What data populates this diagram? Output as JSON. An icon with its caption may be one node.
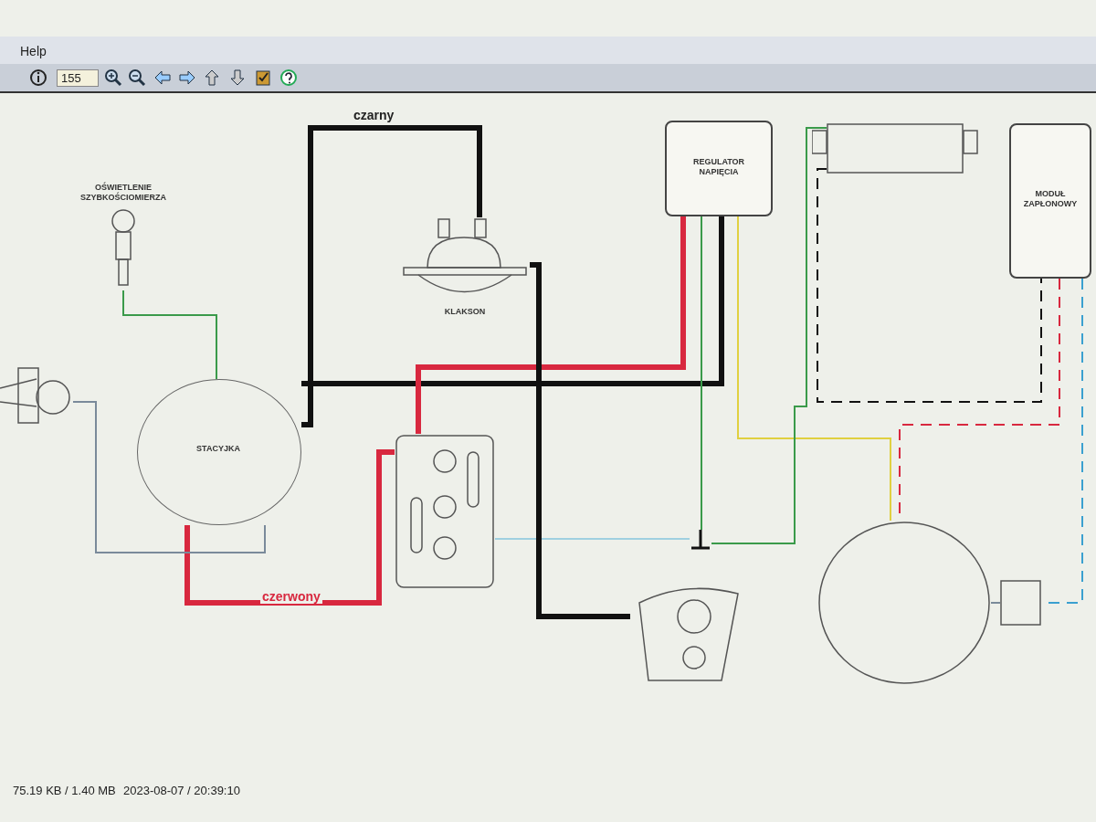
{
  "diagram": {
    "nodes": [
      {
        "text": [
          "OŚWIETLENIE SZYBKOŚCIOMIERZA"
        ]
      },
      {
        "text": [
          "KLAKSON"
        ]
      },
      {
        "text": [
          "REGULATOR NAPIĘCIA"
        ]
      },
      {
        "text": [],
        "shape": "box"
      },
      {
        "text": [
          "MODUŁ ZAPŁONOWY"
        ]
      },
      {
        "text": [
          "STACYJKA"
        ]
      },
      {
        "text": [],
        "shape": "picture"
      },
      {
        "text": [],
        "shape": "ground"
      },
      {
        "text": [],
        "shape": "circle"
      },
      {
        "text": [],
        "shape": "picture"
      },
      {
        "text": [],
        "shape": "picture"
      },
      {
        "text": [],
        "shape": "box"
      }
    ],
    "edges": [
      {
        "from": 0,
        "to": 5,
        "arrow": "none",
        "color": "#3a9a4a"
      },
      {
        "from": 5,
        "to": 1,
        "arrow": "none",
        "label": "czarny",
        "style": "thick"
      },
      {
        "from": 5,
        "to": 2,
        "arrow": "none",
        "style": "thick"
      },
      {
        "from": 5,
        "to": 6,
        "arrow": "none",
        "label": "czerwony",
        "color": "#d8283f",
        "style": "thick"
      },
      {
        "from": 6,
        "to": 2,
        "arrow": "none",
        "color": "#d8283f",
        "style": "thick"
      },
      {
        "from": 2,
        "to": 7,
        "arrow": "none",
        "color": "#3a9a4a"
      },
      {
        "from": 2,
        "to": 8,
        "arrow": "none",
        "color": "#e0d040"
      },
      {
        "from": 3,
        "to": 4,
        "arrow": "none",
        "style": "dashed"
      },
      {
        "from": 3,
        "to": 7,
        "arrow": "none",
        "color": "#3a9a4a"
      },
      {
        "from": 4,
        "to": 8,
        "arrow": "none",
        "style": "dashed",
        "color": "#d8283f"
      },
      {
        "from": 4,
        "to": 11,
        "arrow": "none",
        "style": "dashed",
        "color": "#3aa0d0"
      },
      {
        "from": 6,
        "to": 7,
        "arrow": "none",
        "color": "#9fd0e0"
      },
      {
        "from": 9,
        "to": 5,
        "arrow": "none",
        "color": "#7a8a9a"
      },
      {
        "from": 1,
        "to": 10,
        "arrow": "none",
        "style": "thick"
      },
      {
        "from": 11,
        "to": 8,
        "arrow": "none",
        "color": "#7a8a9a"
      }
    ],
    "labels": [
      "Help",
      "155",
      "75.19 KB / 1.40 MB",
      "2023-08-07 / 20:39:10"
    ]
  }
}
